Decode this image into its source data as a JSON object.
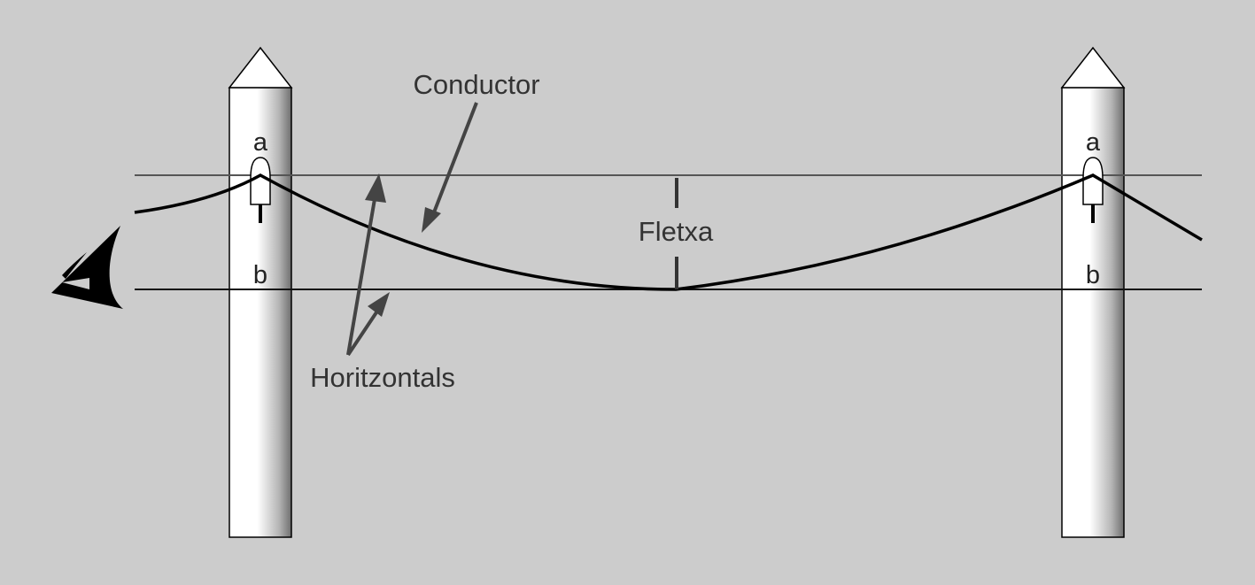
{
  "labels": {
    "conductor": "Conductor",
    "sag": "Fletxa",
    "horizontals": "Horitzontals"
  },
  "poles": [
    {
      "top_label": "a",
      "bottom_label": "b"
    },
    {
      "top_label": "a",
      "bottom_label": "b"
    }
  ],
  "colors": {
    "background": "#cccccc",
    "pole_fill": "#ffffff",
    "pole_shade": "#777777",
    "conductor": "#000000",
    "horizontal_line": "#555555",
    "arrow": "#444444",
    "text": "#333333"
  },
  "icons": {
    "observer": "eye-icon",
    "insulator": "insulator-icon"
  }
}
